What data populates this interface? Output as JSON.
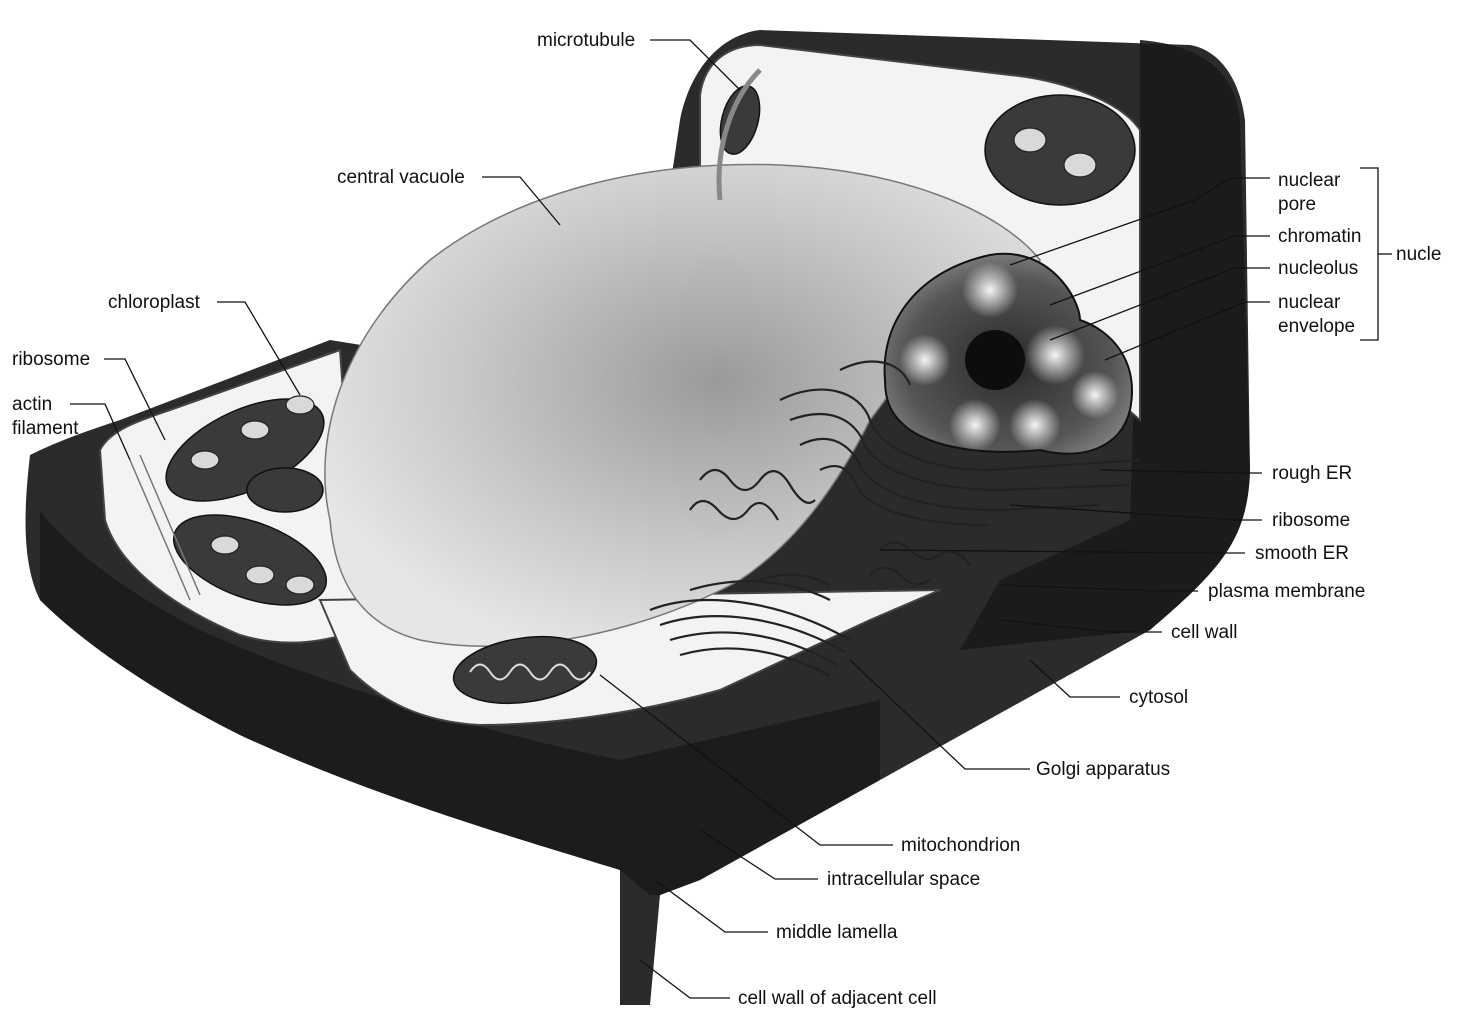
{
  "labels": {
    "microtubule": "microtubule",
    "central_vacuole": "central vacuole",
    "chloroplast": "chloroplast",
    "ribosome_left": "ribosome",
    "actin_line1": "actin",
    "actin_line2": "filament",
    "nuclear_pore_line1": "nuclear",
    "nuclear_pore_line2": "pore",
    "chromatin": "chromatin",
    "nucleolus": "nucleolus",
    "nuclear_envelope_line1": "nuclear",
    "nuclear_envelope_line2": "envelope",
    "nucleus_group": "nucle",
    "rough_er": "rough ER",
    "ribosome_right": "ribosome",
    "smooth_er": "smooth ER",
    "plasma_membrane": "plasma membrane",
    "cell_wall": "cell wall",
    "cytosol": "cytosol",
    "golgi_apparatus": "Golgi apparatus",
    "mitochondrion": "mitochondrion",
    "intracellular_space": "intracellular space",
    "middle_lamella": "middle lamella",
    "cell_wall_adjacent": "cell wall of adjacent cell"
  }
}
